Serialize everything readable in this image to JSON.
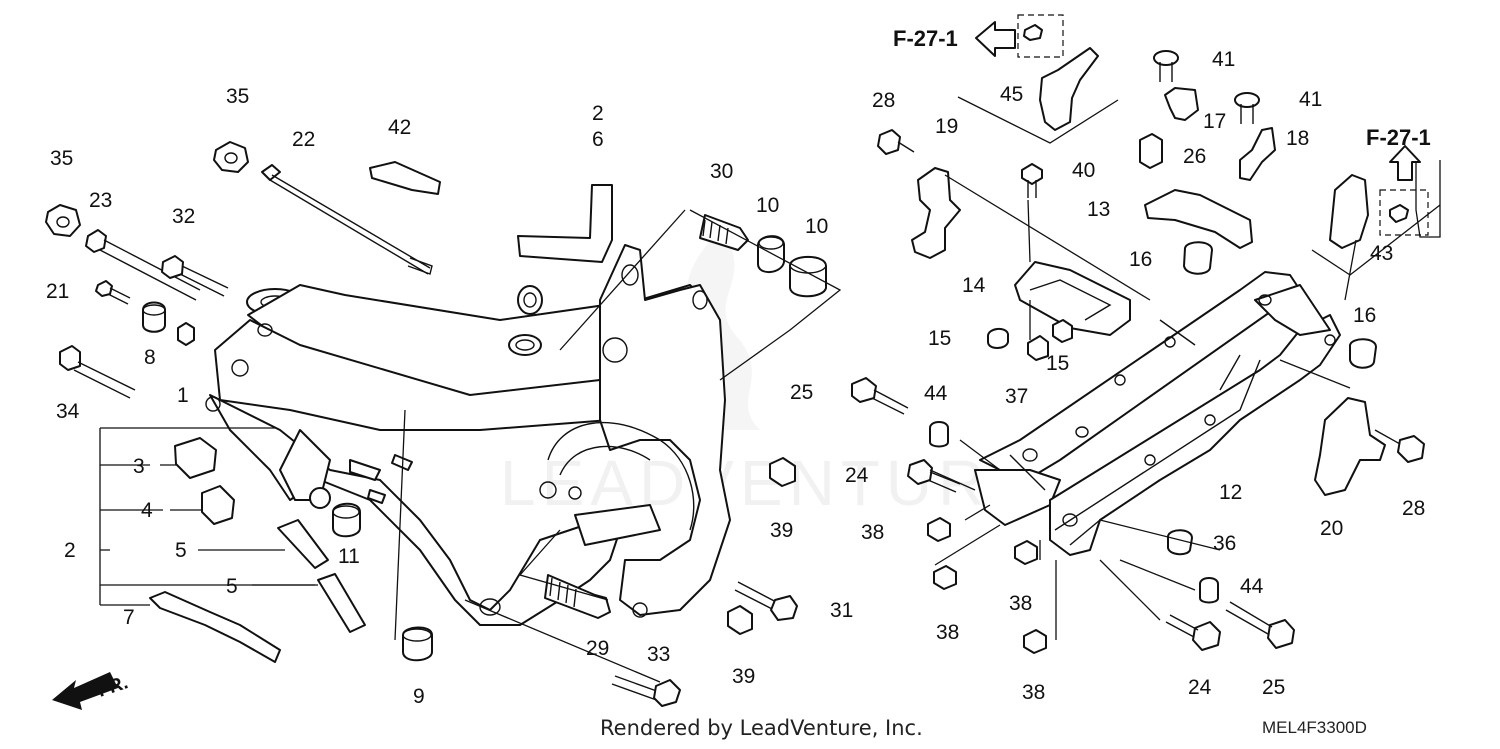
{
  "callouts": [
    {
      "id": "c35a",
      "text": "35"
    },
    {
      "id": "c35b",
      "text": "35"
    },
    {
      "id": "c23",
      "text": "23"
    },
    {
      "id": "c32",
      "text": "32"
    },
    {
      "id": "c21",
      "text": "21"
    },
    {
      "id": "c8",
      "text": "8"
    },
    {
      "id": "c1",
      "text": "1"
    },
    {
      "id": "c34",
      "text": "34"
    },
    {
      "id": "c22",
      "text": "22"
    },
    {
      "id": "c42",
      "text": "42"
    },
    {
      "id": "c2a",
      "text": "2"
    },
    {
      "id": "c6",
      "text": "6"
    },
    {
      "id": "c30",
      "text": "30"
    },
    {
      "id": "c10a",
      "text": "10"
    },
    {
      "id": "c10b",
      "text": "10"
    },
    {
      "id": "c3",
      "text": "3"
    },
    {
      "id": "c4",
      "text": "4"
    },
    {
      "id": "c2b",
      "text": "2"
    },
    {
      "id": "c5a",
      "text": "5"
    },
    {
      "id": "c5b",
      "text": "5"
    },
    {
      "id": "c7",
      "text": "7"
    },
    {
      "id": "c11",
      "text": "11"
    },
    {
      "id": "c9",
      "text": "9"
    },
    {
      "id": "c29",
      "text": "29"
    },
    {
      "id": "c33",
      "text": "33"
    },
    {
      "id": "c39a",
      "text": "39"
    },
    {
      "id": "c39b",
      "text": "39"
    },
    {
      "id": "c31",
      "text": "31"
    },
    {
      "id": "c28a",
      "text": "28"
    },
    {
      "id": "c19",
      "text": "19"
    },
    {
      "id": "c45",
      "text": "45"
    },
    {
      "id": "c41a",
      "text": "41"
    },
    {
      "id": "c41b",
      "text": "41"
    },
    {
      "id": "c17",
      "text": "17"
    },
    {
      "id": "c18",
      "text": "18"
    },
    {
      "id": "c26",
      "text": "26"
    },
    {
      "id": "c40",
      "text": "40"
    },
    {
      "id": "c13",
      "text": "13"
    },
    {
      "id": "c14",
      "text": "14"
    },
    {
      "id": "c16a",
      "text": "16"
    },
    {
      "id": "c16b",
      "text": "16"
    },
    {
      "id": "c15a",
      "text": "15"
    },
    {
      "id": "c15b",
      "text": "15"
    },
    {
      "id": "c37",
      "text": "37"
    },
    {
      "id": "c25a",
      "text": "25"
    },
    {
      "id": "c44a",
      "text": "44"
    },
    {
      "id": "c24a",
      "text": "24"
    },
    {
      "id": "c38a",
      "text": "38"
    },
    {
      "id": "c38b",
      "text": "38"
    },
    {
      "id": "c38c",
      "text": "38"
    },
    {
      "id": "c38d",
      "text": "38"
    },
    {
      "id": "c12",
      "text": "12"
    },
    {
      "id": "c36",
      "text": "36"
    },
    {
      "id": "c44b",
      "text": "44"
    },
    {
      "id": "c24b",
      "text": "24"
    },
    {
      "id": "c25b",
      "text": "25"
    },
    {
      "id": "c20",
      "text": "20"
    },
    {
      "id": "c28b",
      "text": "28"
    },
    {
      "id": "c43",
      "text": "43"
    }
  ],
  "references": {
    "top": "F-27-1",
    "right": "F-27-1"
  },
  "direction": "FR.",
  "watermark": "LEADVENTURE",
  "footer": {
    "rendered_by": "Rendered by LeadVenture, Inc.",
    "diagram_code": "MEL4F3300D"
  }
}
